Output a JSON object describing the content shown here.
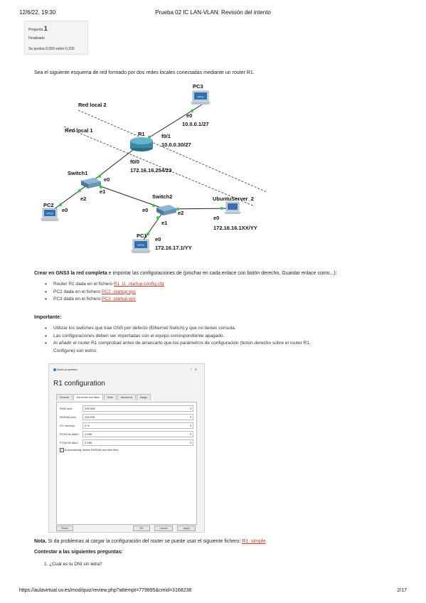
{
  "header": {
    "date": "12/6/22, 19:30",
    "title": "Prueba 02 IC LAN-VLAN: Revisión del intento"
  },
  "question_box": {
    "pregunta_label": "Pregunta",
    "pregunta_num": "1",
    "estado": "Finalizado",
    "puntuacion": "Se puntúa 0,050 sobre 0,100"
  },
  "intro": "Sea el siguiente esquema de red formado por dos redes locales conectadas mediante un router R1.",
  "diagram": {
    "labels": {
      "red_local_2": "Red local 2",
      "red_local_1": "Red local 1",
      "r1": "R1",
      "f0_1": "f0/1",
      "r1_f01_ip": "10.0.0.30/27",
      "f0_0": "f0/0",
      "r1_f00_ip": "172.16.16.254/23",
      "pc3": "PC3",
      "pc3_e0": "e0",
      "pc3_ip": "10.0.0.1/27",
      "switch1": "Switch1",
      "sw1_e0": "e0",
      "sw1_e1": "e1",
      "sw1_e2": "e2",
      "pc2": "PC2",
      "pc2_e0": "e0",
      "switch2": "Switch2",
      "sw2_e0": "e0",
      "sw2_e1": "e1",
      "sw2_e2": "e2",
      "ubuntu": "UbuntuServer_2",
      "ubuntu_e0": "e0",
      "ubuntu_ip": "172.16.16.1XX/YY",
      "pc1": "PC1",
      "pc1_e0": "e0",
      "pc1_ip": "172.16.17.1/YY",
      "vpcs": "VPCS"
    }
  },
  "crear": {
    "bold": "Crear en GNS3 la red completa",
    "rest": " e importar las configuraciones de (pinchar en cada enlace con botón derecho, Guardar enlace como...):"
  },
  "config_list": [
    {
      "text": "Router R1 dada en el fichero ",
      "link": "R1_i1_startup-config.cfg"
    },
    {
      "text": "PC2 dada en el fichero ",
      "link": "PC2_startup.vpc"
    },
    {
      "text": "PC3 dada en el fichero ",
      "link": "PC3_startup.vpc"
    }
  ],
  "importante": "Importante:",
  "important_list": [
    "Utilizar los switches que trae GNS por defecto (Ethernet Switch) y que no tienen consola.",
    "Las configuraciones deben ser importadas con el equipo correspondiente apagado.",
    "Al añadir el router R1 comprobad antes de arrancarlo que los parámetros de configuración (botón derecho sobre el router R1,",
    "Configure) son estos:"
  ],
  "dialog": {
    "title": "Node properties",
    "heading": "R1 configuration",
    "tabs": [
      "General",
      "Memories and disks",
      "Slots",
      "Advanced",
      "Usage"
    ],
    "rows": [
      {
        "label": "RAM size:",
        "value": "256 MiB"
      },
      {
        "label": "NVRAM size:",
        "value": "256 KiB"
      },
      {
        "label": "I/O memory:",
        "value": "5 %"
      },
      {
        "label": "PCMCIA disk0:",
        "value": "0 MiB"
      },
      {
        "label": "PCMCIA disk1:",
        "value": "0 MiB"
      }
    ],
    "checkbox": "Automatically delete NVRAM and disk files",
    "buttons": {
      "reset": "Reset",
      "ok": "OK",
      "cancel": "Cancel",
      "apply": "Apply"
    }
  },
  "nota": {
    "bold": "Nota.",
    "text": " Si da problemas al cargar la configuración del router se puede usar el siguiente fichero: ",
    "link": "R1_simple"
  },
  "contestar": "Contestar a las siguientes preguntas:",
  "q1": "1.  ¿Cuál es tu DNI sin letra?",
  "footer": {
    "url": "https://aulavirtual.uv.es/mod/quiz/review.php?attempt=779895&cmid=3168238",
    "page": "2/17"
  }
}
